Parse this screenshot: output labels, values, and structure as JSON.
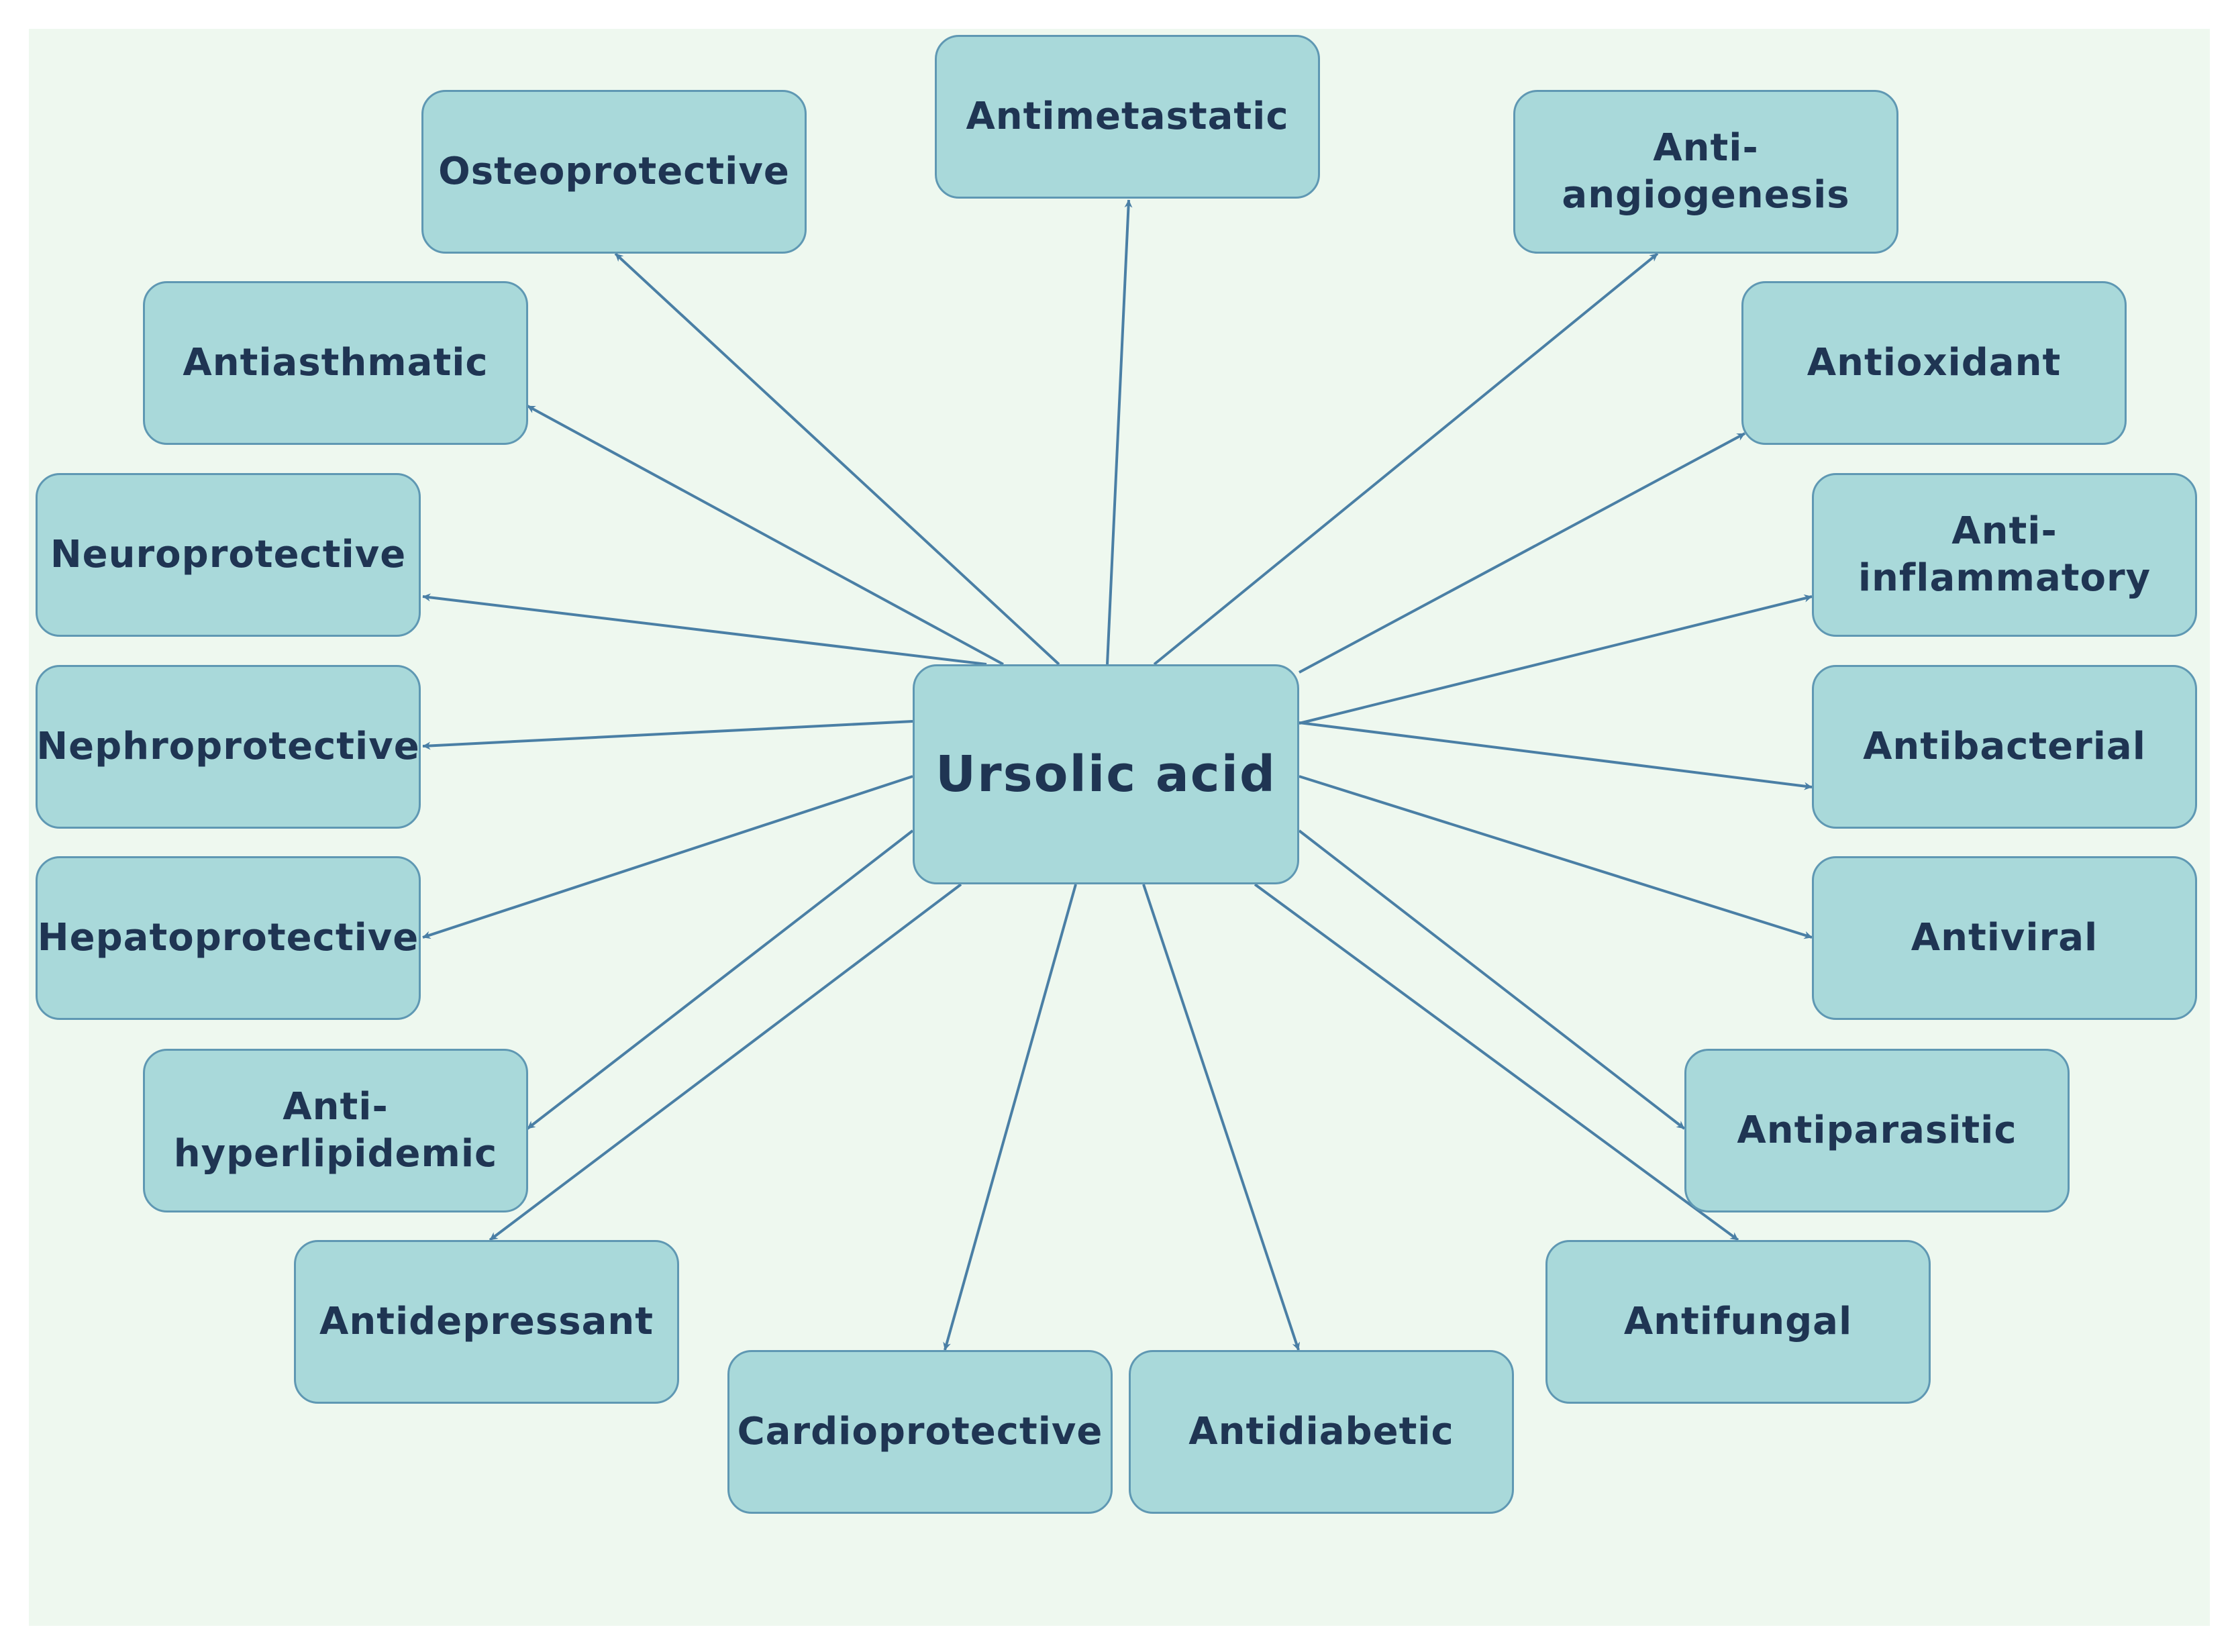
{
  "diagram": {
    "center": "Ursolic acid",
    "nodes": {
      "antimetastatic": "Antimetastatic",
      "osteoprotective": "Osteoprotective",
      "antiangiogenesis": "Anti-\nangiogenesis",
      "antiasthmatic": "Antiasthmatic",
      "antioxidant": "Antioxidant",
      "neuroprotective": "Neuroprotective",
      "antiinflammatory": "Anti-\ninflammatory",
      "nephroprotective": "Nephroprotective",
      "antibacterial": "Antibacterial",
      "hepatoprotective": "Hepatoprotective",
      "antiviral": "Antiviral",
      "antihyperlipidemic": "Anti-\nhyperlipidemic",
      "antiparasitic": "Antiparasitic",
      "antidepressant": "Antidepressant",
      "antifungal": "Antifungal",
      "cardioprotective": "Cardioprotective",
      "antidiabetic": "Antidiabetic"
    },
    "colors": {
      "background": "#eef8ef",
      "box_fill": "#a9d9da",
      "box_border": "#5f98b3",
      "arrow": "#4a7fa5",
      "text": "#1f3553"
    }
  }
}
